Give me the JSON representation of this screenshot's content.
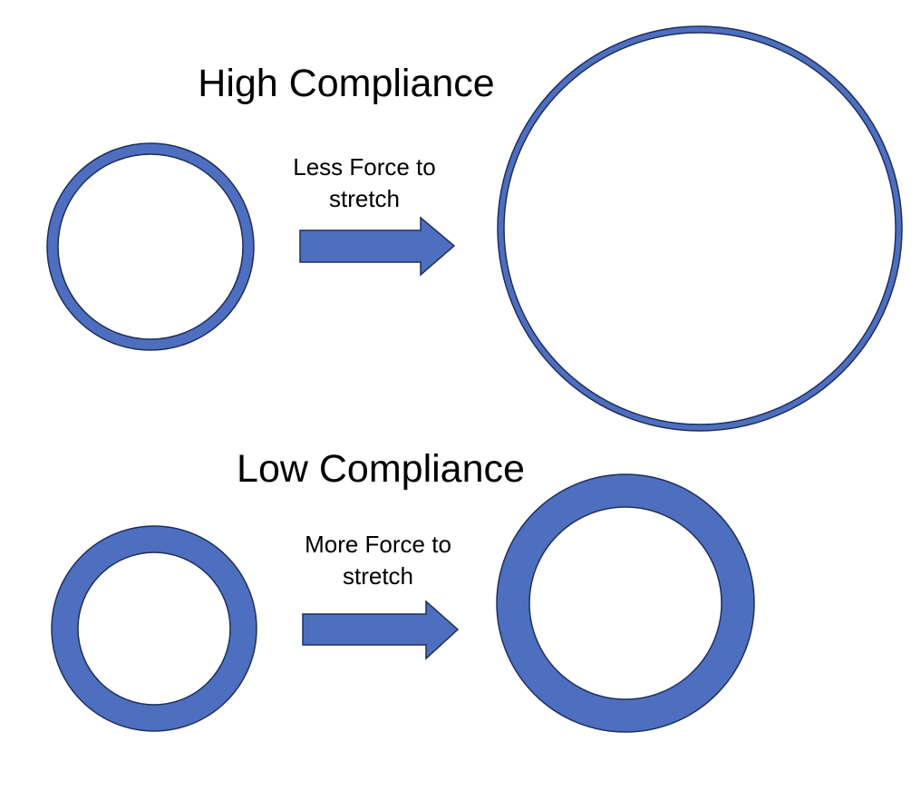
{
  "high_compliance": {
    "title": "High Compliance",
    "arrow_line1": "Less Force to",
    "arrow_line2": "stretch"
  },
  "low_compliance": {
    "title": "Low Compliance",
    "arrow_line1": "More Force to",
    "arrow_line2": "stretch"
  },
  "colors": {
    "fill": "#4e6fbf",
    "outline": "#1f2f5c",
    "inner": "#ffffff"
  }
}
